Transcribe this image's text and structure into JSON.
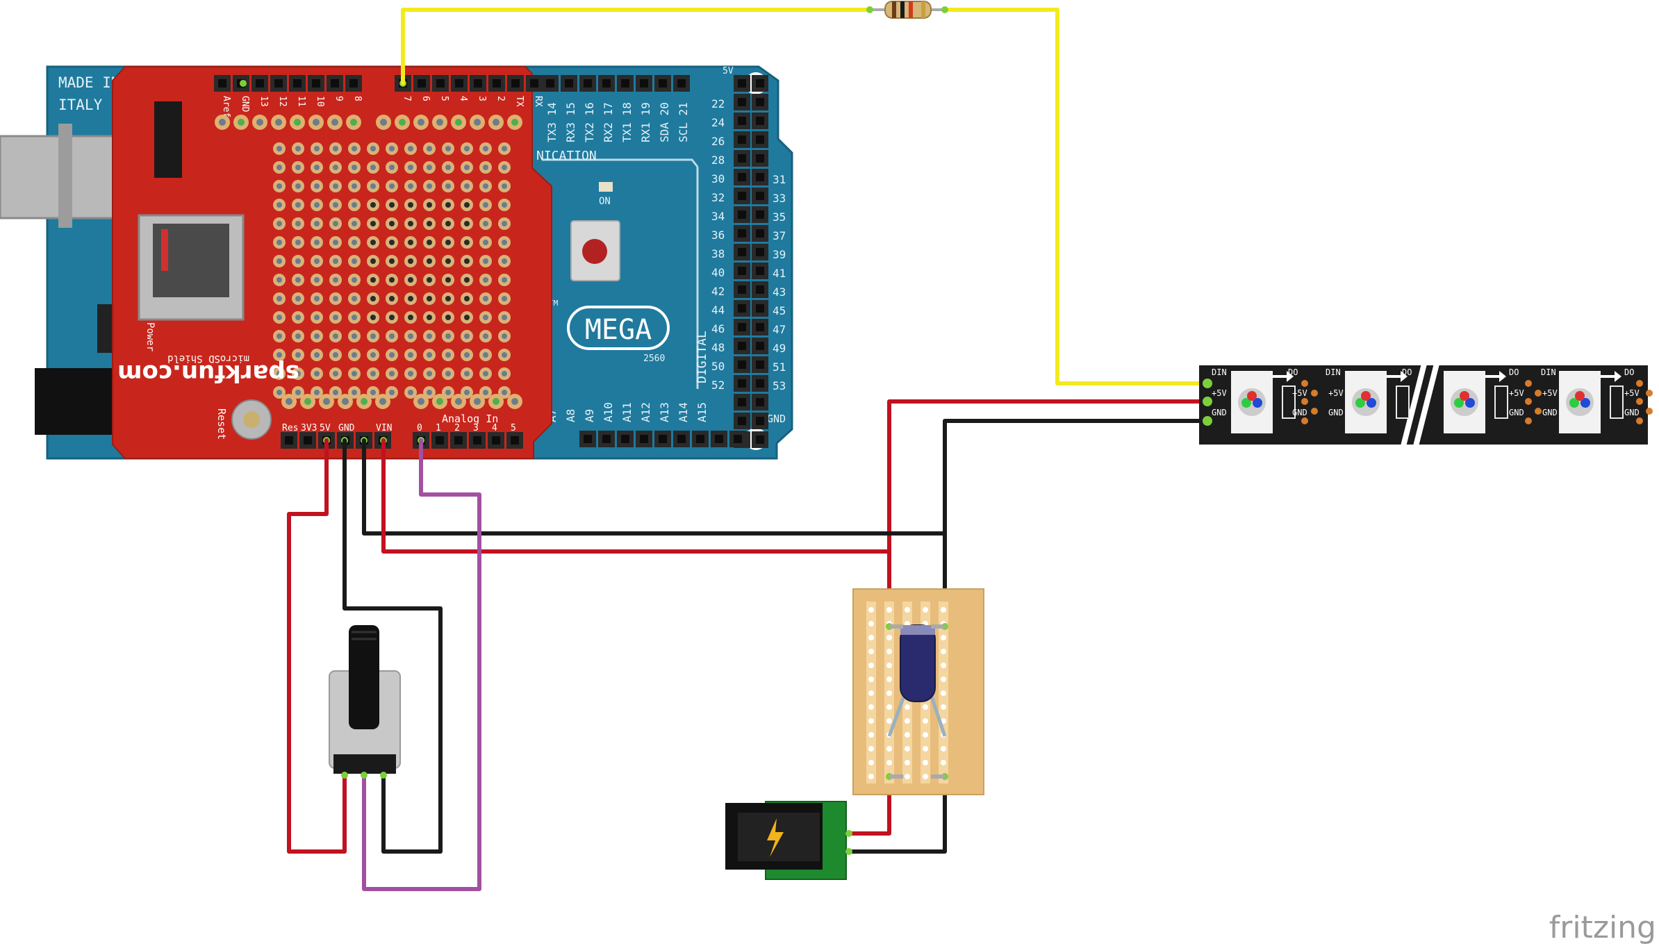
{
  "arduino": {
    "made_in": "MADE IN",
    "italy": "ITALY",
    "logo": "MEGA",
    "model": "2560",
    "tm": "TM",
    "on_label": "ON",
    "communication": "NICATION",
    "digital": "DIGITAL",
    "label_5v": "5V",
    "label_gnd": "GND",
    "comm_pins": [
      "TX3 14",
      "RX3 15",
      "TX2 16",
      "RX2 17",
      "TX1 18",
      "RX1 19",
      "SDA 20",
      "SCL 21"
    ],
    "left_col": [
      "22",
      "24",
      "26",
      "28",
      "30",
      "32",
      "34",
      "36",
      "38",
      "40",
      "42",
      "44",
      "46",
      "48",
      "50",
      "52"
    ],
    "right_col": [
      "31",
      "33",
      "35",
      "37",
      "39",
      "41",
      "43",
      "45",
      "47",
      "49",
      "51",
      "53"
    ],
    "analog_pins": [
      "A7",
      "A8",
      "A9",
      "A10",
      "A11",
      "A12",
      "A13",
      "A14",
      "A15"
    ],
    "power_label": "Power"
  },
  "shield": {
    "name": "microSD Shield",
    "brand": "sparkfun.com",
    "reset": "Reset",
    "analog_in": "Analog In",
    "top_pins": [
      "Aref",
      "GND",
      "13",
      "12",
      "11",
      "10",
      "9",
      "8",
      "7",
      "6",
      "5",
      "4",
      "3",
      "2",
      "TX",
      "RX"
    ],
    "bottom_pins": [
      "Res",
      "3V3",
      "5V",
      "GND",
      "",
      "VIN"
    ],
    "analog_pins": [
      "0",
      "1",
      "2",
      "3",
      "4",
      "5"
    ]
  },
  "led_strip": {
    "din": "DIN",
    "do": "DO",
    "plus5v": "+5V",
    "gnd": "GND"
  },
  "footer": {
    "brand": "fritzing"
  },
  "colors": {
    "wire_red": "#c1121f",
    "wire_black": "#1a1a1a",
    "wire_yellow": "#f3ea1e",
    "wire_purple": "#a350a0",
    "board_blue": "#1f7a9e",
    "shield_red": "#c8261c",
    "stripboard": "#e8bc7a",
    "strip_black": "#1c1c1c"
  }
}
